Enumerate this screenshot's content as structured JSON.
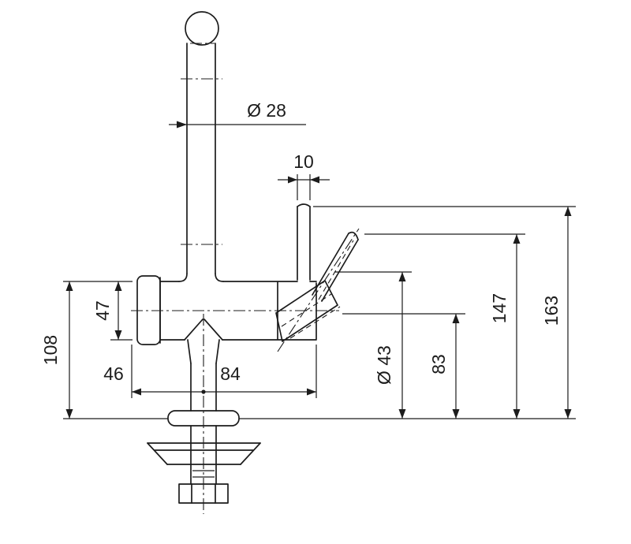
{
  "colors": {
    "background": "#ffffff",
    "line": "#1c1c1c"
  },
  "dimension_labels": {
    "spout_diameter": "Ø 28",
    "lever_diameter": "10",
    "body_diameter": "47",
    "height_deck_to_body_top": "108",
    "offset_center_to_left": "46",
    "offset_center_to_right": "84",
    "base_diameter": "Ø 43",
    "height_deck_to_axis": "83",
    "height_deck_to_lever": "147",
    "height_overall": "163"
  }
}
